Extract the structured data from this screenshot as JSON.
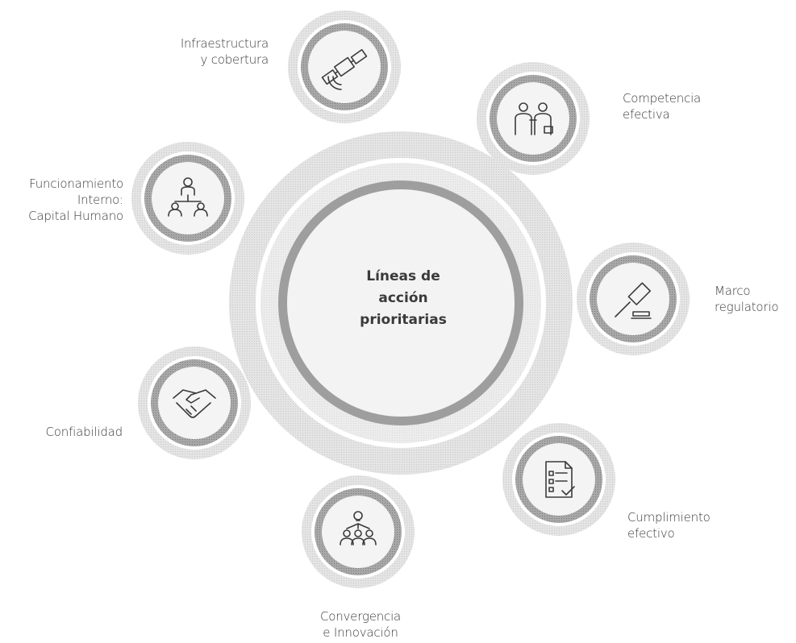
{
  "center": {
    "lines": [
      "Líneas de",
      "acción",
      "prioritarias"
    ]
  },
  "nodes": [
    {
      "id": "infraestructura",
      "lines": [
        "Infraestructura",
        "y cobertura"
      ],
      "icon": "satellite-icon"
    },
    {
      "id": "competencia",
      "lines": [
        "Competencia",
        "efectiva"
      ],
      "icon": "business-people-icon"
    },
    {
      "id": "marco",
      "lines": [
        "Marco",
        "regulatorio"
      ],
      "icon": "gavel-icon"
    },
    {
      "id": "cumplimiento",
      "lines": [
        "Cumplimiento",
        "efectivo"
      ],
      "icon": "checklist-document-icon"
    },
    {
      "id": "convergencia",
      "lines": [
        "Convergencia",
        "e Innovación"
      ],
      "icon": "lightbulb-team-icon"
    },
    {
      "id": "confiabilidad",
      "lines": [
        "Confiabilidad"
      ],
      "icon": "handshake-icon"
    },
    {
      "id": "funcionamiento",
      "lines": [
        "Funcionamiento",
        "Interno:",
        "Capital Humano"
      ],
      "icon": "org-chart-icon"
    }
  ],
  "colors": {
    "ring_outer": "#d2d2d2",
    "ring_inner": "#b8b8b8",
    "node_dark_ring": "#8c8c8c",
    "node_light_ring": "#cfcfcf",
    "text": "#3a3a3a",
    "icon": "#3b3b3b"
  }
}
